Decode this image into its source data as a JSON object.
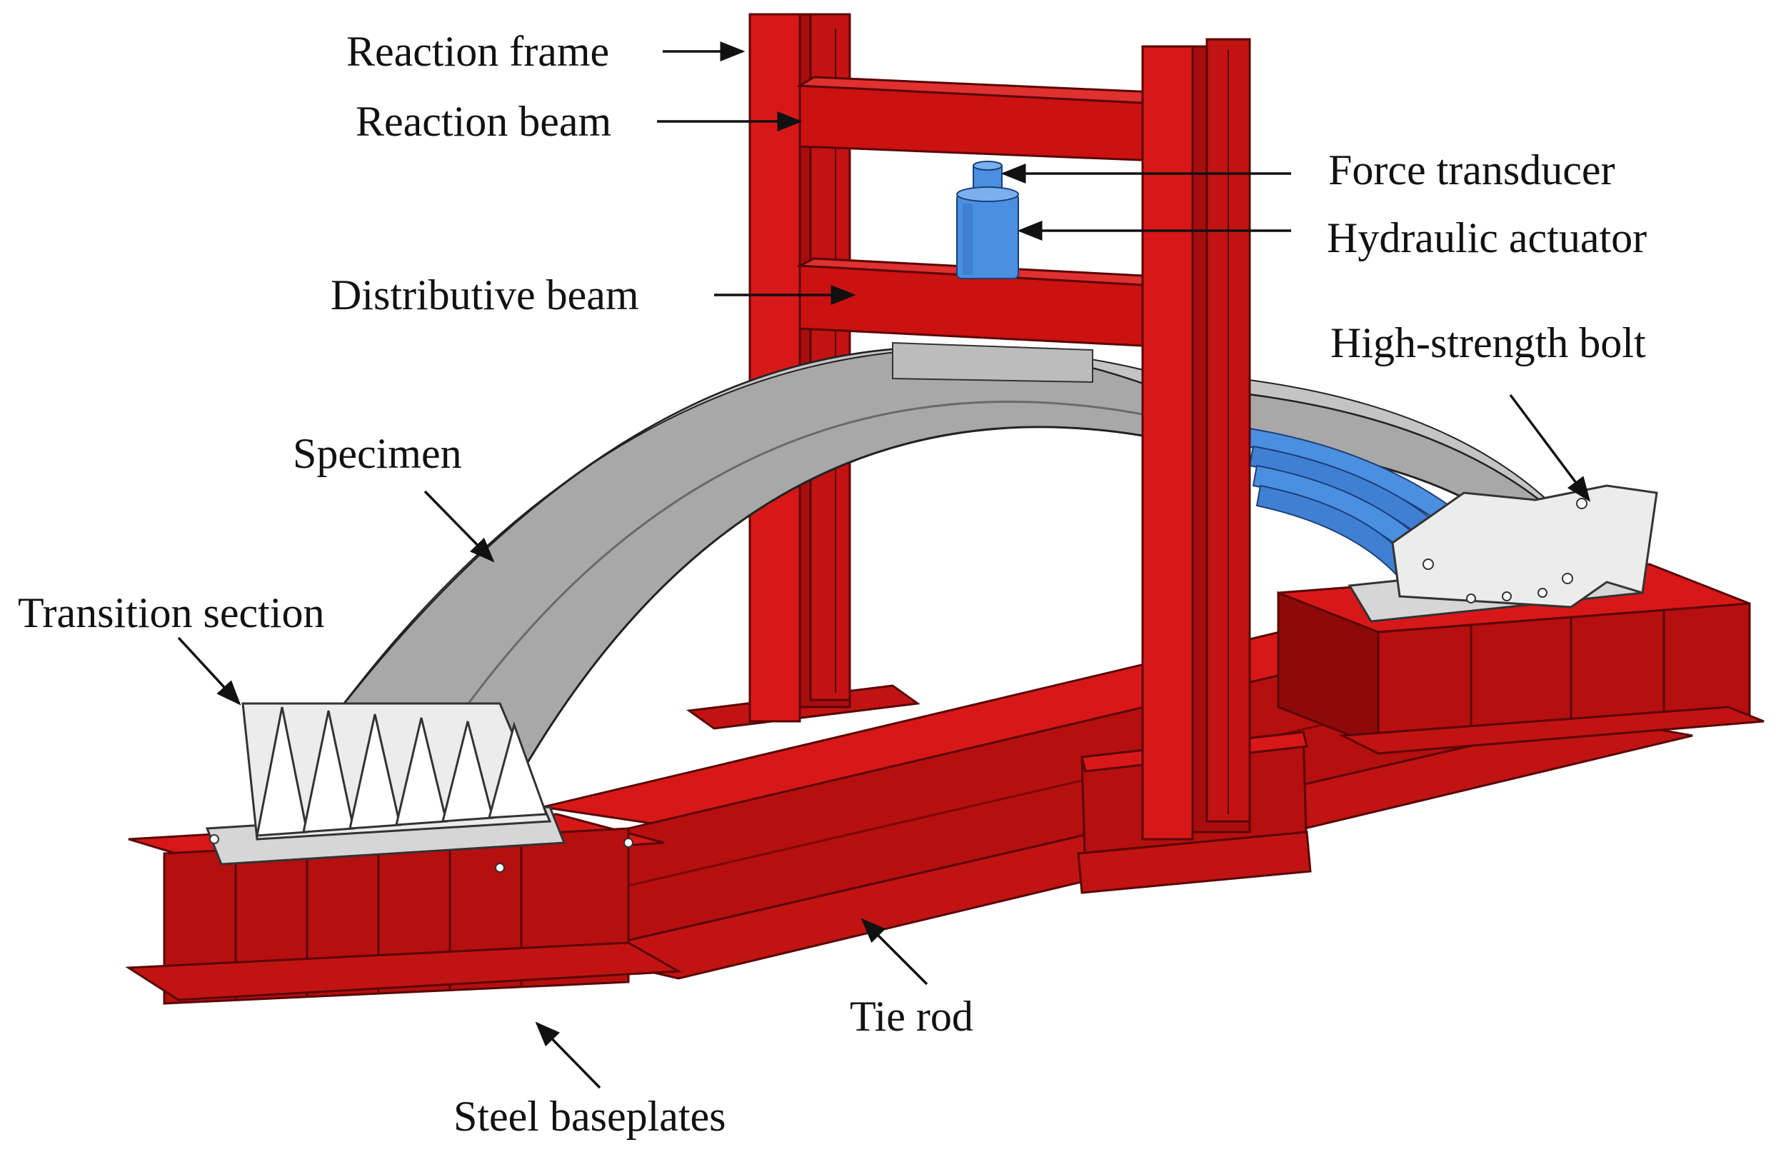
{
  "labels": {
    "reaction_frame": "Reaction frame",
    "reaction_beam": "Reaction beam",
    "force_transducer": "Force transducer",
    "hydraulic_actuator": "Hydraulic actuator",
    "distributive_beam": "Distributive beam",
    "high_strength_bolt": "High-strength bolt",
    "specimen": "Specimen",
    "transition_section": "Transition section",
    "tie_rod": "Tie rod",
    "steel_baseplates": "Steel baseplates"
  },
  "colors": {
    "steel_red": "#cc1111",
    "steel_red_dark": "#8e0a0a",
    "steel_red_light": "#e03030",
    "actuator_blue": "#4a8fe0",
    "specimen_grey": "#a8a8a8",
    "specimen_dark": "#7e7e7e",
    "plate_grey": "#e4e4e4",
    "label_text": "#111111"
  }
}
